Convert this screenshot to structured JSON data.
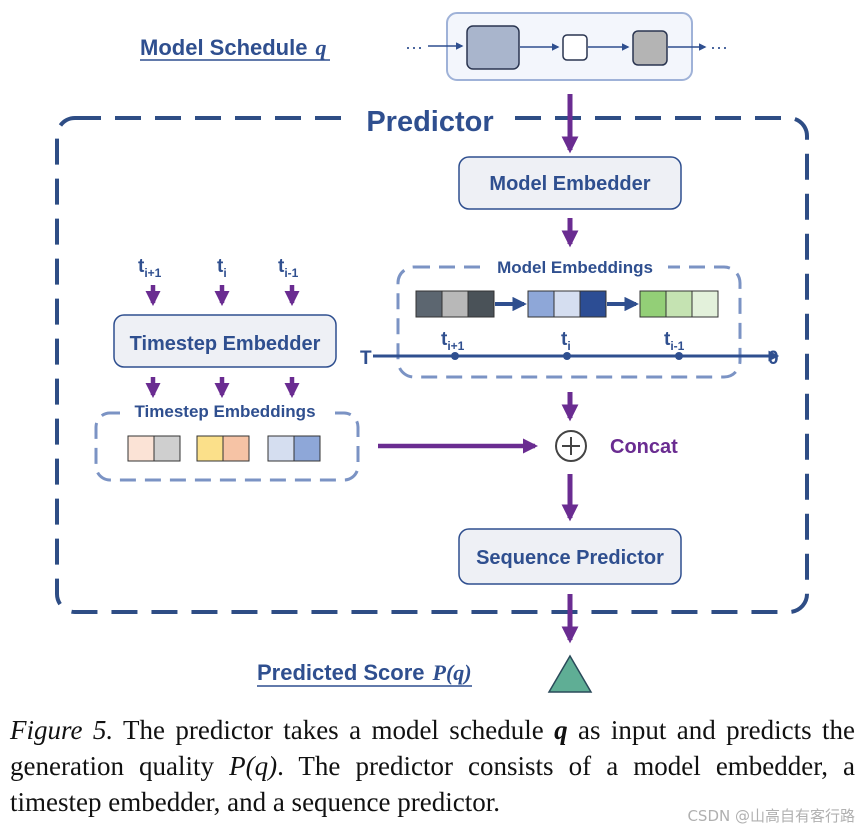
{
  "schedule_label": "Model Schedule",
  "schedule_symbol": "q",
  "predictor_title": "Predictor",
  "model_embedder_label": "Model Embedder",
  "model_embeddings_label": "Model Embeddings",
  "timestep_embedder_label": "Timestep Embedder",
  "timestep_embeddings_label": "Timestep Embeddings",
  "timeline": {
    "start": "T",
    "end": "0",
    "ticks": [
      {
        "base": "t",
        "sub": "i+1"
      },
      {
        "base": "t",
        "sub": "i"
      },
      {
        "base": "t",
        "sub": "i-1"
      }
    ]
  },
  "timestep_inputs": [
    {
      "base": "t",
      "sub": "i+1"
    },
    {
      "base": "t",
      "sub": "i"
    },
    {
      "base": "t",
      "sub": "i-1"
    }
  ],
  "concat_label": "Concat",
  "sequence_predictor_label": "Sequence Predictor",
  "predicted_score_label": "Predicted Score",
  "predicted_score_symbol": "P(q)",
  "caption": {
    "figure_label": "Figure 5.",
    "text_1": " The predictor takes a model schedule ",
    "q": "q",
    "text_2": " as input and predicts the generation quality ",
    "pq": "P(q)",
    "text_3": ". The predictor consists of a model embedder, a timestep embedder, and a sequence predictor."
  },
  "watermark": "CSDN @山高自有客行路",
  "colors": {
    "accent_blue": "#2f4f8f",
    "dashed_border": "#2e4d85",
    "arrow_purple": "#6a2c91",
    "box_fill": "#eef0f5",
    "triangle": "#5fae95"
  }
}
